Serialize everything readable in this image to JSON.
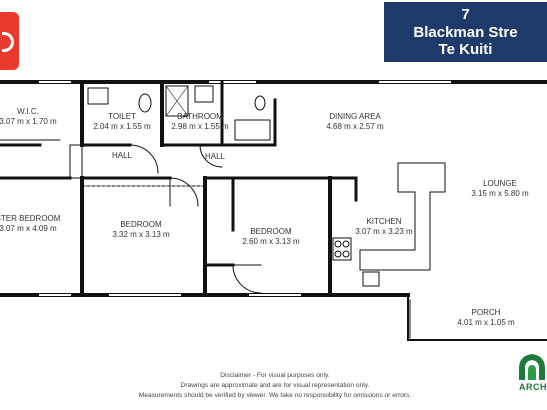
{
  "header": {
    "number": "7",
    "street": "Blackman Stre",
    "suburb": "Te Kuiti"
  },
  "rooms": [
    {
      "name": "W.I.C.",
      "dims": "3.07 m x 1.70 m"
    },
    {
      "name": "TOILET",
      "dims": "2.04 m x 1.55 m"
    },
    {
      "name": "BATHROOM",
      "dims": "2.98 m x 1.55 m"
    },
    {
      "name": "DINING AREA",
      "dims": "4.68 m x 2.57 m"
    },
    {
      "name": "HALL",
      "dims": ""
    },
    {
      "name": "HALL",
      "dims": ""
    },
    {
      "name": "STER BEDROOM",
      "dims": "3.07 m x 4.09 m"
    },
    {
      "name": "BEDROOM",
      "dims": "3.32 m x 3.13 m"
    },
    {
      "name": "BEDROOM",
      "dims": "2.60 m x 3.13 m"
    },
    {
      "name": "KITCHEN",
      "dims": "3.07 m x 3.23 m"
    },
    {
      "name": "LOUNGE",
      "dims": "3.15 m x 5.80 m"
    },
    {
      "name": "PORCH",
      "dims": "4.01 m x 1.05 m"
    }
  ],
  "disclaimer": {
    "line1": "Disclaimer - For visual purposes only.",
    "line2": "Drawings are approximate and are for visual representation only.",
    "line3": "Measurements should be verified by viewer. We take no responsibility for omissions or errors."
  },
  "brand": {
    "logo_text": "ARCHWA",
    "title_bg": "#1e3a6b",
    "accent_red": "#ea3a2e",
    "accent_green": "#1f7a3a",
    "logo_red_icon": "agent-logo-icon",
    "logo_green_icon": "archway-logo-icon"
  }
}
